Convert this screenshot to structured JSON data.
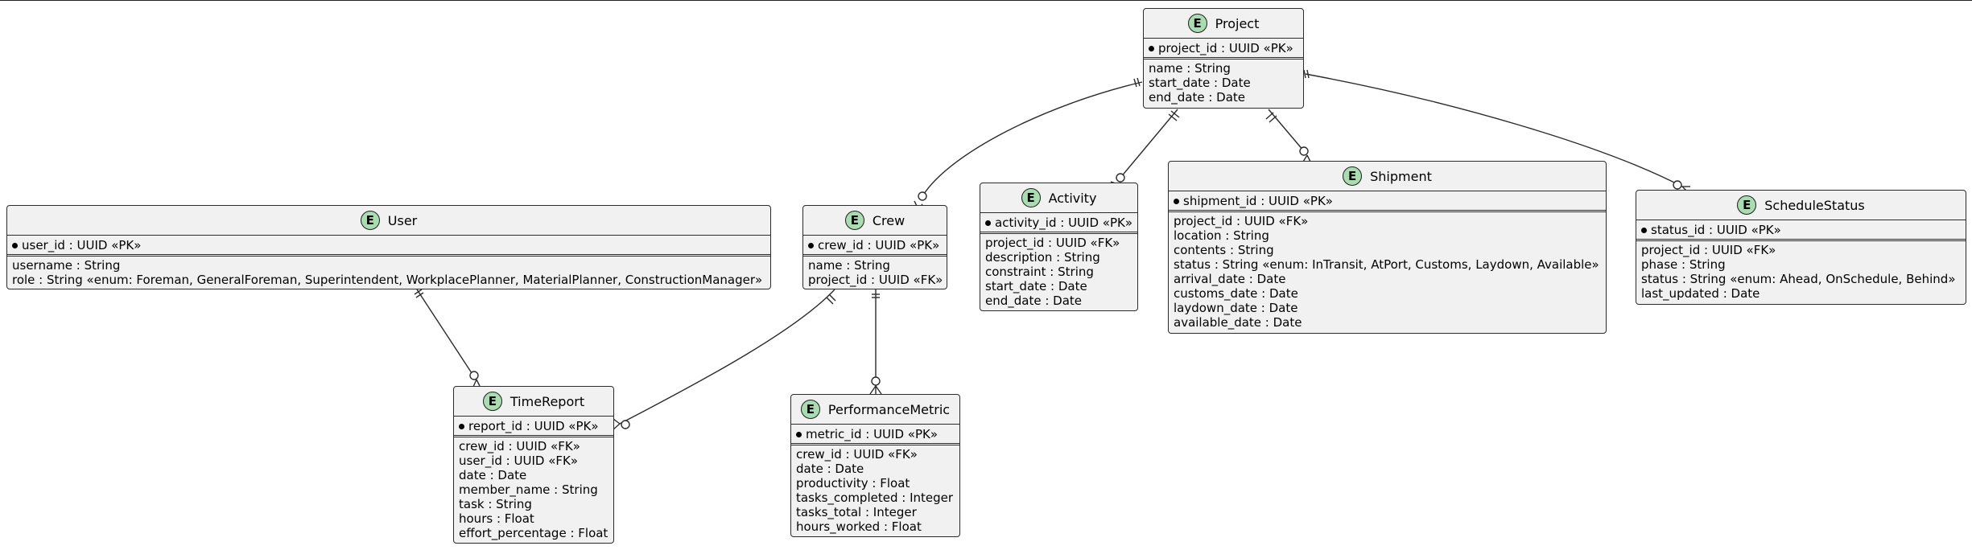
{
  "entities": {
    "project": {
      "name": "Project",
      "icon": "E",
      "pk": "project_id : UUID «PK»",
      "attrs": [
        "name : String",
        "start_date : Date",
        "end_date : Date"
      ]
    },
    "user": {
      "name": "User",
      "icon": "E",
      "pk": "user_id : UUID «PK»",
      "attrs": [
        "username : String",
        "role : String «enum: Foreman, GeneralForeman, Superintendent, WorkplacePlanner, MaterialPlanner, ConstructionManager»"
      ]
    },
    "crew": {
      "name": "Crew",
      "icon": "E",
      "pk": "crew_id : UUID «PK»",
      "attrs": [
        "name : String",
        "project_id : UUID «FK»"
      ]
    },
    "activity": {
      "name": "Activity",
      "icon": "E",
      "pk": "activity_id : UUID «PK»",
      "attrs": [
        "project_id : UUID «FK»",
        "description : String",
        "constraint : String",
        "start_date : Date",
        "end_date : Date"
      ]
    },
    "shipment": {
      "name": "Shipment",
      "icon": "E",
      "pk": "shipment_id : UUID «PK»",
      "attrs": [
        "project_id : UUID «FK»",
        "location : String",
        "contents : String",
        "status : String «enum: InTransit, AtPort, Customs, Laydown, Available»",
        "arrival_date : Date",
        "customs_date : Date",
        "laydown_date : Date",
        "available_date : Date"
      ]
    },
    "schedulestatus": {
      "name": "ScheduleStatus",
      "icon": "E",
      "pk": "status_id : UUID «PK»",
      "attrs": [
        "project_id : UUID «FK»",
        "phase : String",
        "status : String «enum: Ahead, OnSchedule, Behind»",
        "last_updated : Date"
      ]
    },
    "timereport": {
      "name": "TimeReport",
      "icon": "E",
      "pk": "report_id : UUID «PK»",
      "attrs": [
        "crew_id : UUID «FK»",
        "user_id : UUID «FK»",
        "date : Date",
        "member_name : String",
        "task : String",
        "hours : Float",
        "effort_percentage : Float"
      ]
    },
    "performancemetric": {
      "name": "PerformanceMetric",
      "icon": "E",
      "pk": "metric_id : UUID «PK»",
      "attrs": [
        "crew_id : UUID «FK»",
        "date : Date",
        "productivity : Float",
        "tasks_completed : Integer",
        "tasks_total : Integer",
        "hours_worked : Float"
      ]
    }
  },
  "relationships": [
    {
      "from": "project",
      "to": "crew",
      "from_card": "exactly-one",
      "to_card": "zero-or-many"
    },
    {
      "from": "project",
      "to": "activity",
      "from_card": "exactly-one",
      "to_card": "zero-or-many"
    },
    {
      "from": "project",
      "to": "shipment",
      "from_card": "exactly-one",
      "to_card": "zero-or-many"
    },
    {
      "from": "project",
      "to": "schedulestatus",
      "from_card": "exactly-one",
      "to_card": "zero-or-many"
    },
    {
      "from": "user",
      "to": "timereport",
      "from_card": "exactly-one",
      "to_card": "zero-or-many"
    },
    {
      "from": "crew",
      "to": "timereport",
      "from_card": "exactly-one",
      "to_card": "zero-or-many"
    },
    {
      "from": "crew",
      "to": "performancemetric",
      "from_card": "exactly-one",
      "to_card": "zero-or-many"
    }
  ]
}
